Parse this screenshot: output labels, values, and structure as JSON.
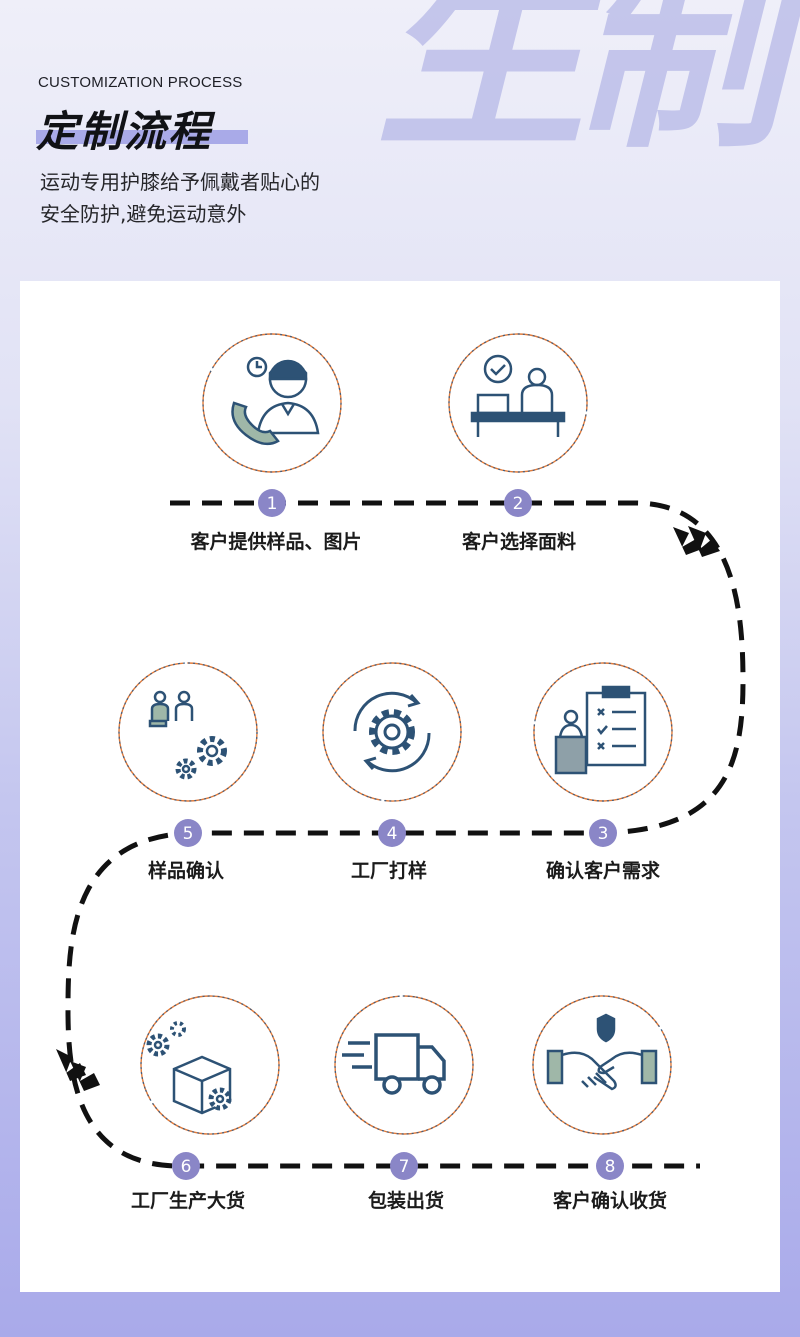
{
  "header": {
    "bg_char": "生制",
    "subtitle_en": "CUSTOMIZATION PROCESS",
    "title": "定制流程",
    "desc_line1": "运动专用护膝给予佩戴者贴心的",
    "desc_line2": "安全防护,避免运动意外"
  },
  "colors": {
    "accent": "#a9aae8",
    "badge": "#8a86c7",
    "icon": "#2d5275",
    "circle_orange": "#e27b3a",
    "circle_blue": "#2f5a86"
  },
  "steps": [
    {
      "num": "1",
      "label": "客户提供样品、图片",
      "icon": "phone-agent-icon"
    },
    {
      "num": "2",
      "label": "客户选择面料",
      "icon": "desk-check-icon"
    },
    {
      "num": "3",
      "label": "确认客户需求",
      "icon": "clipboard-icon"
    },
    {
      "num": "4",
      "label": "工厂打样",
      "icon": "gear-cycle-icon"
    },
    {
      "num": "5",
      "label": "样品确认",
      "icon": "people-gears-icon"
    },
    {
      "num": "6",
      "label": "工厂生产大货",
      "icon": "box-gear-icon"
    },
    {
      "num": "7",
      "label": "包装出货",
      "icon": "truck-icon"
    },
    {
      "num": "8",
      "label": "客户确认收货",
      "icon": "handshake-icon"
    }
  ]
}
